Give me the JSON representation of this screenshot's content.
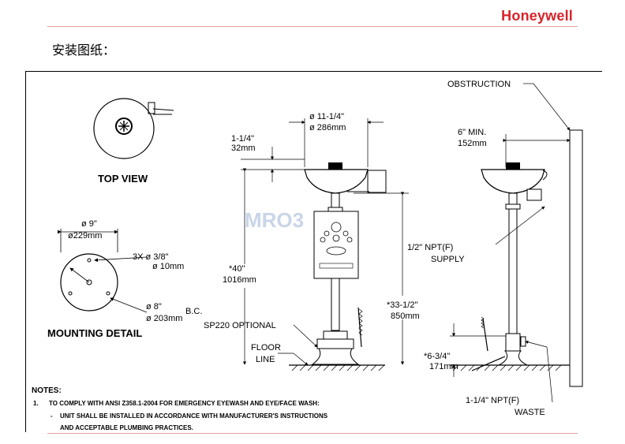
{
  "header": {
    "brand": "Honeywell",
    "section_title": "安装图纸："
  },
  "watermark": "MRO3",
  "top_view": {
    "title": "TOP VIEW"
  },
  "mounting": {
    "title": "MOUNTING DETAIL",
    "dia1": "ø 9\"",
    "dia1_mm": "ø229mm",
    "holes": "3X  ø 3/8\"",
    "holes_mm": "ø 10mm",
    "bc": "ø 8\"",
    "bc_label": "B.C.",
    "bc_mm": "ø 203mm"
  },
  "front_view": {
    "bowl_dia": "ø 11-1/4\"",
    "bowl_dia_mm": "ø 286mm",
    "rim": "1-1/4\"",
    "rim_mm": "32mm",
    "height": "*40\"",
    "height_mm": "1016mm",
    "height2": "*33-1/2\"",
    "height2_mm": "850mm",
    "optional": "SP220 OPTIONAL",
    "floor1": "FLOOR",
    "floor2": "LINE"
  },
  "side_view": {
    "obstruction": "OBSTRUCTION",
    "min": "6\" MIN.",
    "min_mm": "152mm",
    "supply1": "1/2\" NPT(F)",
    "supply2": "SUPPLY",
    "waste_h": "*6-3/4\"",
    "waste_h_mm": "171mm",
    "waste1": "1-1/4\" NPT(F)",
    "waste2": "WASTE"
  },
  "notes": {
    "title": "NOTES:",
    "n1_num": "1.",
    "n1": "TO COMPLY WITH ANSI Z358.1-2004 FOR EMERGENCY EYEWASH AND EYE/FACE WASH:",
    "n1a_dash": "-",
    "n1a": "UNIT SHALL BE INSTALLED IN ACCORDANCE WITH MANUFACTURER'S INSTRUCTIONS",
    "n1b": "AND ACCEPTABLE PLUMBING PRACTICES."
  }
}
